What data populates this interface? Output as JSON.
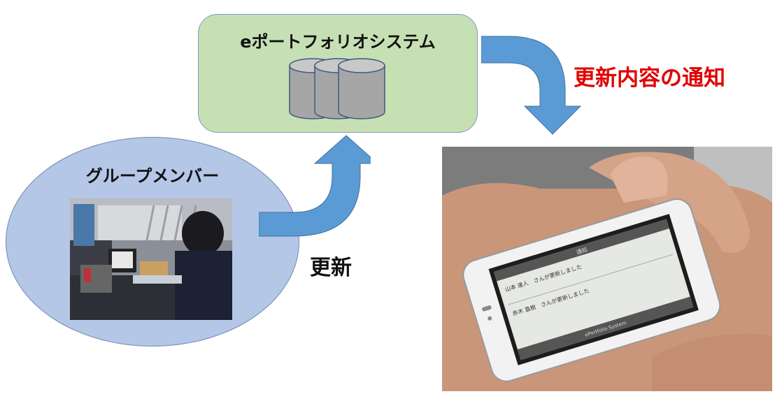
{
  "system": {
    "title": "eポートフォリオシステム",
    "icon": "database-icon"
  },
  "group": {
    "title": "グループメンバー",
    "photo": "person-at-laptop-photo"
  },
  "update_label": "更新",
  "notify_label": "更新内容の通知",
  "phone": {
    "photo": "phone-in-hand-photo",
    "screen_header": "通知",
    "messages": [
      {
        "title": "山本 達人　さんが更新しました"
      },
      {
        "title": "赤木 直樹　さんが更新しました"
      }
    ],
    "footer": "ePortfolio System"
  },
  "colors": {
    "system_box": "#c6e0b4",
    "group_ellipse": "#b4c7e7",
    "arrow": "#5b9bd5",
    "notify_text": "#e00000",
    "database": "#a6a6a6"
  }
}
